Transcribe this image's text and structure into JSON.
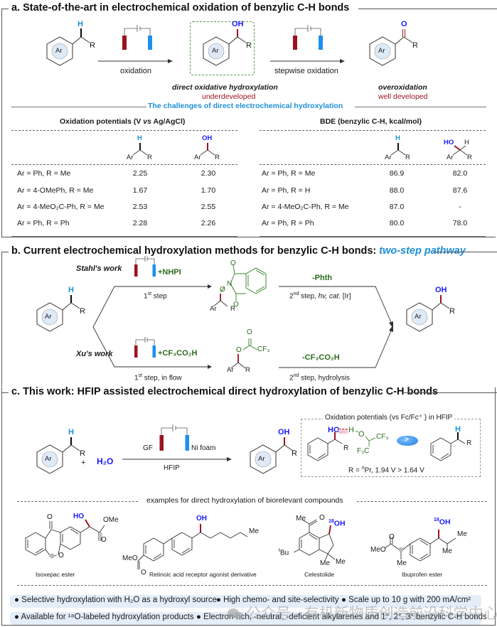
{
  "panel_a": {
    "title": "a. State-of-the-art in electrochemical oxidation of benzylic C-H bonds",
    "scheme": {
      "arrow1_label": "oxidation",
      "arrow2_label": "stepwise oxidation",
      "product1_caption": "direct oxidative hydroxylation",
      "product1_status": "underdeveloped",
      "product2_caption": "overoxidation",
      "product2_status": "well developed",
      "ar_label": "Ar",
      "r_label": "R",
      "h_label": "H",
      "oh_label": "OH",
      "o_label": "O"
    },
    "challenges_title": "The challenges of direct electrochemical hydroxylation",
    "oxidation_table": {
      "title": "Oxidation potentials (V vs Ag/AgCl)",
      "title_pre": "Oxidation potentials (V ",
      "title_vs": "vs",
      "title_post": " Ag/AgCl)",
      "rows": [
        {
          "label": "Ar = Ph, R = Me",
          "ch": "2.25",
          "coh": "2.30"
        },
        {
          "label": "Ar = 4-OMePh, R = Me",
          "ch": "1.67",
          "coh": "1.70"
        },
        {
          "label": "Ar = 4-MeO₂C-Ph, R = Me",
          "ch": "2.53",
          "coh": "2.55"
        },
        {
          "label": "Ar = Ph, R = Ph",
          "ch": "2.28",
          "coh": "2.26"
        }
      ]
    },
    "bde_table": {
      "title": "BDE (benzylic C-H, kcal/mol)",
      "rows": [
        {
          "label": "Ar = Ph, R = Me",
          "ch": "86.9",
          "coh": "82.0"
        },
        {
          "label": "Ar = Ph, R = H",
          "ch": "88.0",
          "coh": "87.6"
        },
        {
          "label": "Ar = 4-MeO₂C-Ph, R = Me",
          "ch": "87.0",
          "coh": "-"
        },
        {
          "label": "Ar = Ph, R = Ph",
          "ch": "80.0",
          "coh": "78.0"
        }
      ],
      "ho_label": "HO"
    }
  },
  "panel_b": {
    "title_main": "b. Current electrochemical hydroxylation methods for benzylic C-H bonds: ",
    "title_emph": "two-step pathway",
    "top_route": {
      "author": "Stahl's work",
      "reagent": "+NHPI",
      "step1": "1st step",
      "step1_base": "1",
      "step1_sup": "st",
      "step1_rest": " step",
      "removal": "-Phth",
      "step2_base": "2",
      "step2_sup": "nd",
      "step2_rest": " step, ",
      "step2_hv": "hv, cat.",
      "step2_cat": " [Ir]"
    },
    "bottom_route": {
      "author": "Xu's work",
      "reagent": "+CF₃CO₂H",
      "step1_base": "1",
      "step1_sup": "st",
      "step1_rest": " step, in flow",
      "removal": "-CF₃CO₂H",
      "step2_base": "2",
      "step2_sup": "nd",
      "step2_rest": " step, hydrolysis"
    },
    "labels": {
      "o": "O",
      "n": "N",
      "cf3": "CF₃"
    }
  },
  "panel_c": {
    "title": "c. This work: HFIP assisted electrochemical direct hydroxylation of benzylic C-H bonds",
    "reaction": {
      "plus": "+",
      "water": "H₂O",
      "anode": "GF",
      "cathode": "Ni foam",
      "solvent": "HFIP"
    },
    "inset": {
      "title": "Oxidation potentials (vs Fc/Fc⁺ ) in HFIP",
      "hbond": "HO",
      "h_o": "H",
      "o": "O",
      "cf3": "CF₃",
      "f3c": "F₃C",
      "compare_symbol": ">",
      "footer_pre": "R = ",
      "footer_sup": "n",
      "footer_post": "Pr,  1.94 V   >   1.64 V"
    },
    "examples_title": "examples for direct hydroxylation of biorelevant compounds",
    "examples": [
      {
        "name": "Isoxepac ester",
        "oh": "HO",
        "ome": "OMe"
      },
      {
        "name": "Retinoic acid receptor agonist derivative",
        "oh": "OH",
        "meo": "MeO",
        "me": "Me"
      },
      {
        "name": "Celestolide",
        "oh_sup": "18",
        "oh": "OH",
        "tbu_sup": "t",
        "tbu": "Bu",
        "me": "Me"
      },
      {
        "name": "Ibuprofen ester",
        "oh_sup": "18",
        "oh": "OH",
        "meo": "MeO",
        "me": "Me"
      }
    ],
    "features_row1": [
      "Selective hydroxylation with H₂O as a hydroxyl source",
      "High chemo- and site-selectivity",
      "Scale up to 10 g with 200 mA/cm²"
    ],
    "features_row2": [
      "Available for ¹⁸O-labeled hydroxylation products",
      "Electron-rich, -neutral, -deficient alkylarenes and 1°, 2°, 3° benzylic C-H bonds"
    ]
  },
  "watermark": "公众号 · 有机新物质创造前沿科学中心",
  "colors": {
    "anode_red": "#9b1321",
    "cathode_blue": "#1e8ff0",
    "h_cyan": "#1e90d8",
    "oh_blue": "#1a1aff",
    "phthalimide_green": "#2d7a1f",
    "ring_fill": "#dfeaf7",
    "pill_bg": "#e4eef8"
  }
}
